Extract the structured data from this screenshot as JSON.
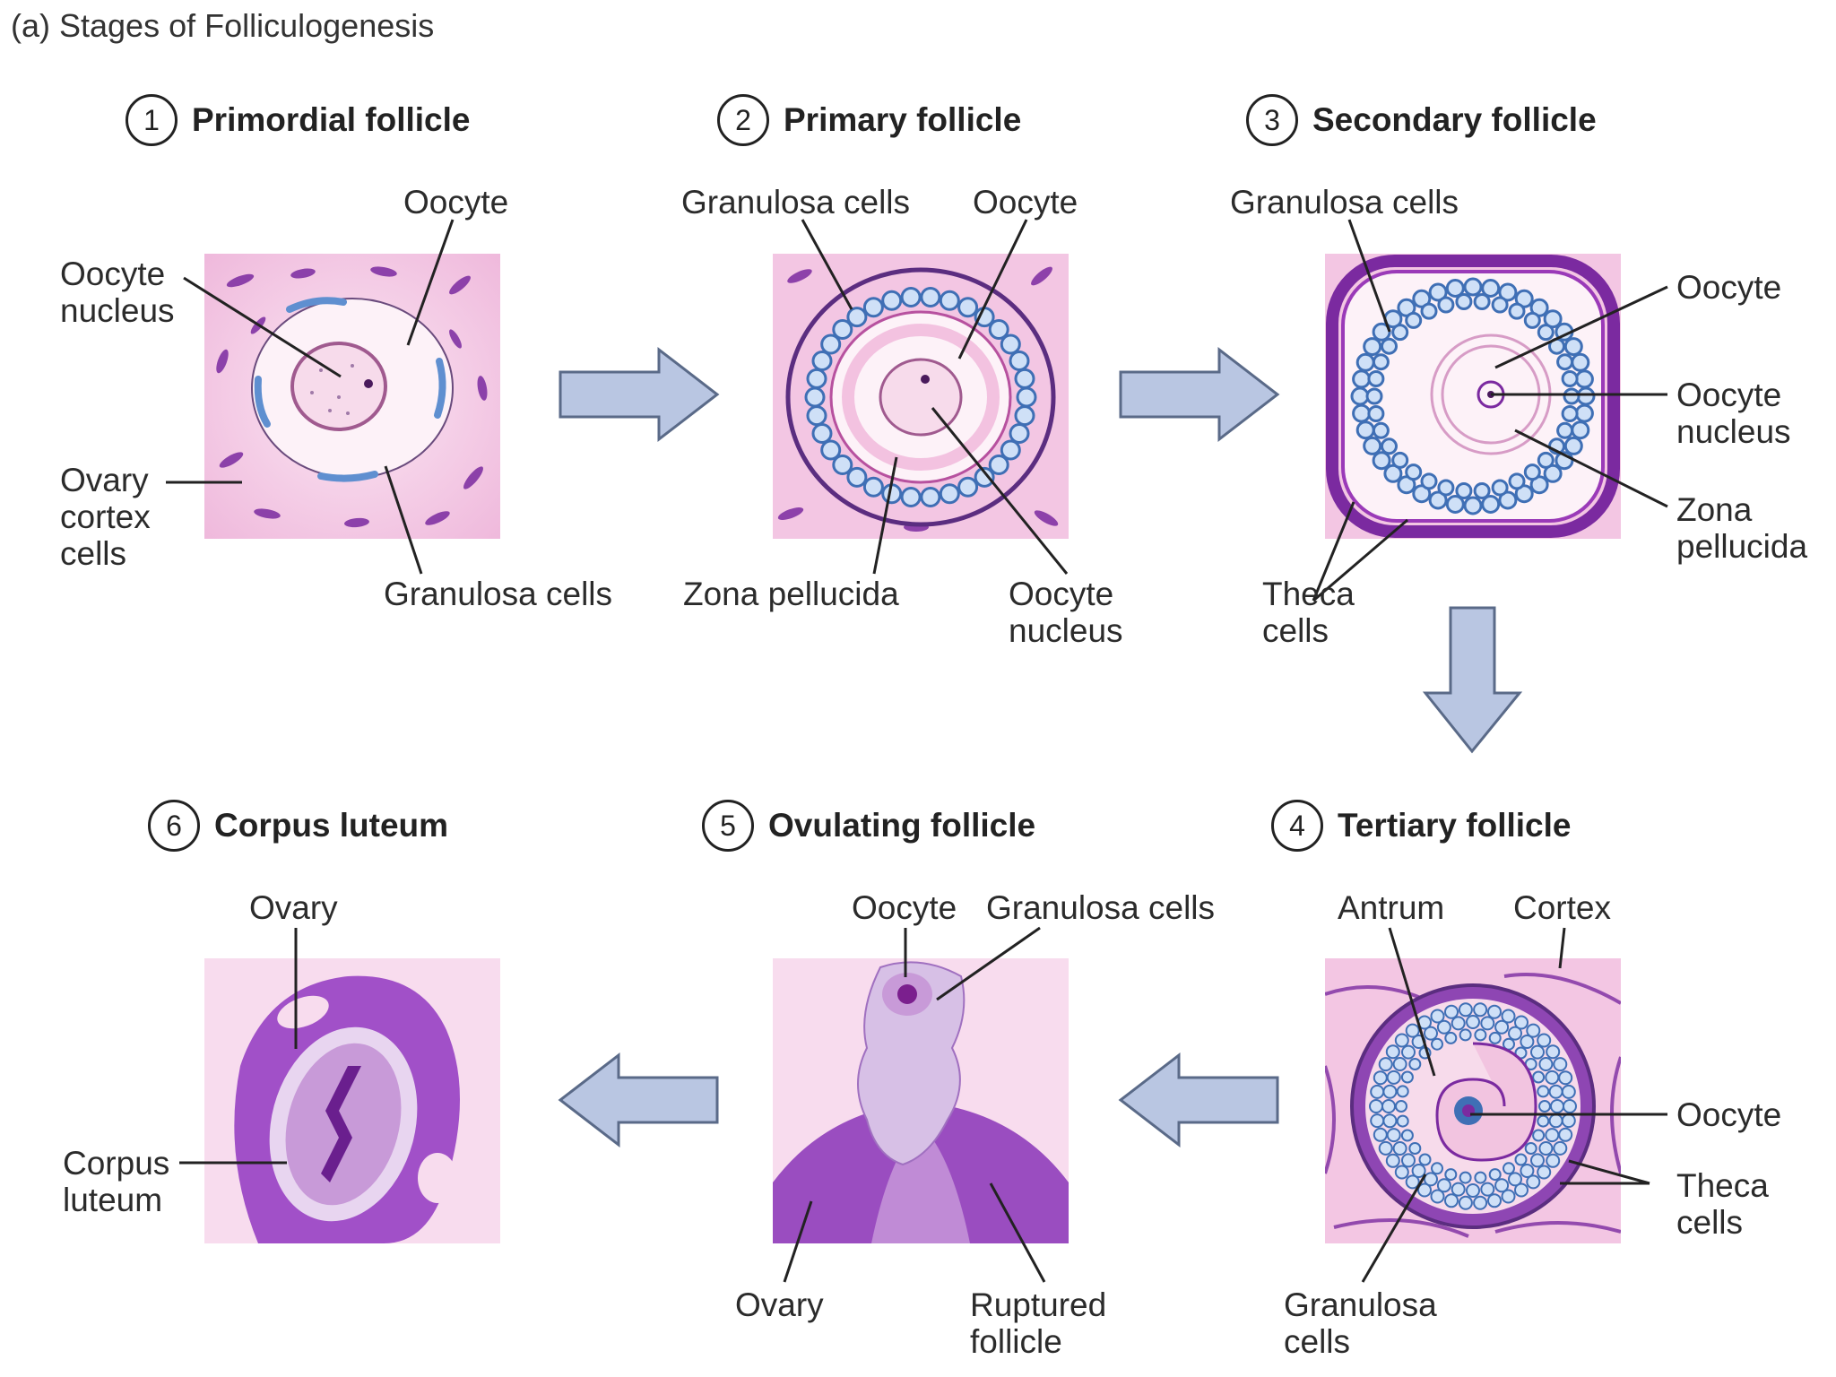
{
  "caption": "(a) Stages of Folliculogenesis",
  "stages": [
    {
      "num": "1",
      "title": "Primordial follicle"
    },
    {
      "num": "2",
      "title": "Primary follicle"
    },
    {
      "num": "3",
      "title": "Secondary follicle"
    },
    {
      "num": "4",
      "title": "Tertiary follicle"
    },
    {
      "num": "5",
      "title": "Ovulating follicle"
    },
    {
      "num": "6",
      "title": "Corpus luteum"
    }
  ],
  "labels": {
    "s1": {
      "oocyte": "Oocyte",
      "oocyte_nucleus": "Oocyte\nnucleus",
      "ovary_cortex": "Ovary\ncortex\ncells",
      "granulosa": "Granulosa cells"
    },
    "s2": {
      "granulosa": "Granulosa cells",
      "oocyte": "Oocyte",
      "zona": "Zona pellucida",
      "oocyte_nucleus": "Oocyte\nnucleus"
    },
    "s3": {
      "granulosa": "Granulosa cells",
      "oocyte": "Oocyte",
      "oocyte_nucleus": "Oocyte\nnucleus",
      "zona": "Zona\npellucida",
      "theca": "Theca\ncells"
    },
    "s4": {
      "antrum": "Antrum",
      "cortex": "Cortex",
      "oocyte": "Oocyte",
      "theca": "Theca\ncells",
      "granulosa": "Granulosa\ncells"
    },
    "s5": {
      "oocyte": "Oocyte",
      "granulosa": "Granulosa cells",
      "ovary": "Ovary",
      "ruptured": "Ruptured\nfollicle"
    },
    "s6": {
      "ovary": "Ovary",
      "corpus": "Corpus\nluteum"
    }
  },
  "colors": {
    "tissue_bg": "#f3c6e3",
    "cell_purple": "#7b2aa0",
    "granulosa_blue": "#5f8fd0",
    "arrow_fill": "#b9c6e2"
  }
}
